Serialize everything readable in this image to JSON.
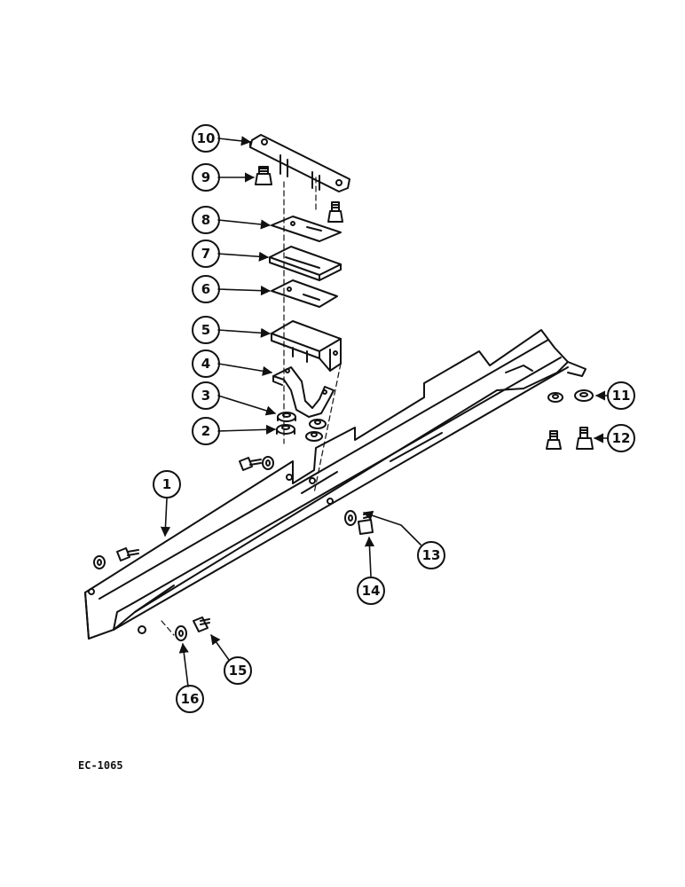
{
  "figure_code": "EC-1065",
  "callouts": [
    "10",
    "9",
    "8",
    "7",
    "6",
    "5",
    "4",
    "3",
    "2",
    "1",
    "11",
    "12",
    "13",
    "14",
    "15",
    "16"
  ],
  "colors": {
    "ink": "#111111",
    "paper": "#ffffff"
  }
}
